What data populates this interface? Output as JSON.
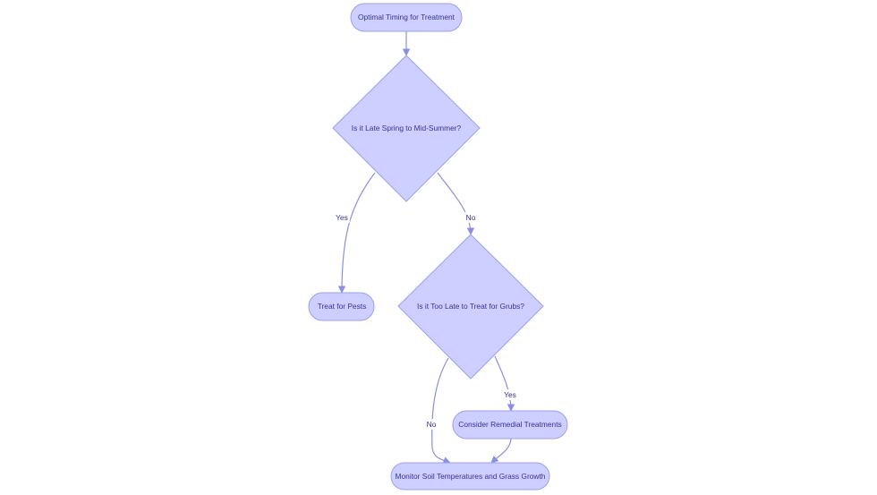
{
  "diagram": {
    "nodes": {
      "start": {
        "label": "Optimal Timing for Treatment"
      },
      "q_season": {
        "label": "Is it Late Spring to Mid-Summer?"
      },
      "treat": {
        "label": "Treat for Pests"
      },
      "q_late": {
        "label": "Is it Too Late to Treat for Grubs?"
      },
      "remedial": {
        "label": "Consider Remedial Treatments"
      },
      "monitor": {
        "label": "Monitor Soil Temperatures and Grass Growth"
      }
    },
    "edges": {
      "season_yes": {
        "label": "Yes"
      },
      "season_no": {
        "label": "No"
      },
      "late_yes": {
        "label": "Yes"
      },
      "late_no": {
        "label": "No"
      }
    },
    "colors": {
      "node_fill": "#cccfff",
      "node_stroke": "#9b9fee",
      "edge": "#8a8fe0",
      "text": "#333399"
    }
  }
}
